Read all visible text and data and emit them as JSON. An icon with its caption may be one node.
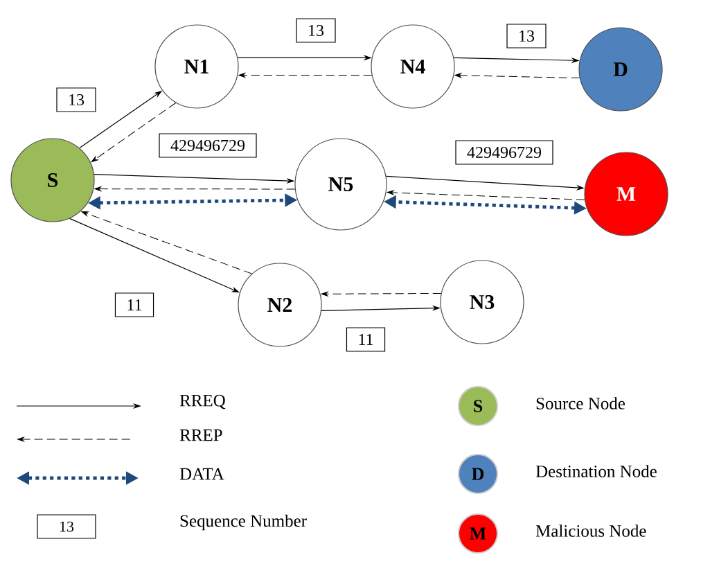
{
  "diagram": {
    "nodes": [
      {
        "text": [
          "S"
        ]
      },
      {
        "text": [
          "N1"
        ]
      },
      {
        "text": [
          "N4"
        ]
      },
      {
        "text": [
          "D"
        ]
      },
      {
        "text": [
          "N5"
        ]
      },
      {
        "text": [
          "M"
        ]
      },
      {
        "text": [
          "N2"
        ]
      },
      {
        "text": [
          "N3"
        ]
      }
    ],
    "edges": [
      {
        "from": 0,
        "to": 1,
        "arrow": "to",
        "label": "13"
      },
      {
        "from": 1,
        "to": 0,
        "arrow": "to",
        "style": "dashed"
      },
      {
        "from": 1,
        "to": 2,
        "arrow": "to",
        "label": "13"
      },
      {
        "from": 2,
        "to": 1,
        "arrow": "to",
        "style": "dashed"
      },
      {
        "from": 2,
        "to": 3,
        "arrow": "to",
        "label": "13"
      },
      {
        "from": 3,
        "to": 2,
        "arrow": "to",
        "style": "dashed"
      },
      {
        "from": 0,
        "to": 4,
        "arrow": "to",
        "label": "429496729"
      },
      {
        "from": 4,
        "to": 0,
        "arrow": "to",
        "style": "dashed"
      },
      {
        "from": 0,
        "to": 4,
        "arrow": "both",
        "style": "dashed",
        "color": "#1f497d"
      },
      {
        "from": 4,
        "to": 5,
        "arrow": "to",
        "label": "429496729"
      },
      {
        "from": 5,
        "to": 4,
        "arrow": "to",
        "style": "dashed"
      },
      {
        "from": 5,
        "to": 4,
        "arrow": "both",
        "style": "dashed",
        "color": "#1f497d"
      },
      {
        "from": 0,
        "to": 6,
        "arrow": "to",
        "label": "11"
      },
      {
        "from": 6,
        "to": 0,
        "arrow": "to",
        "style": "dashed"
      },
      {
        "from": 6,
        "to": 7,
        "arrow": "to",
        "label": "11"
      },
      {
        "from": 7,
        "to": 6,
        "arrow": "to",
        "style": "dashed"
      }
    ],
    "labels": [
      "S",
      "D",
      "13",
      "M"
    ],
    "legend": [
      {
        "text": "RREQ"
      },
      {
        "text": "RREP"
      },
      {
        "text": "DATA"
      },
      {
        "text": "Sequence Number"
      },
      {
        "text": "Source Node",
        "color": "#9bbb59"
      },
      {
        "text": "Destination Node",
        "color": "#4f81bd"
      },
      {
        "text": "Malicious Node",
        "color": "#ff0000"
      }
    ]
  }
}
